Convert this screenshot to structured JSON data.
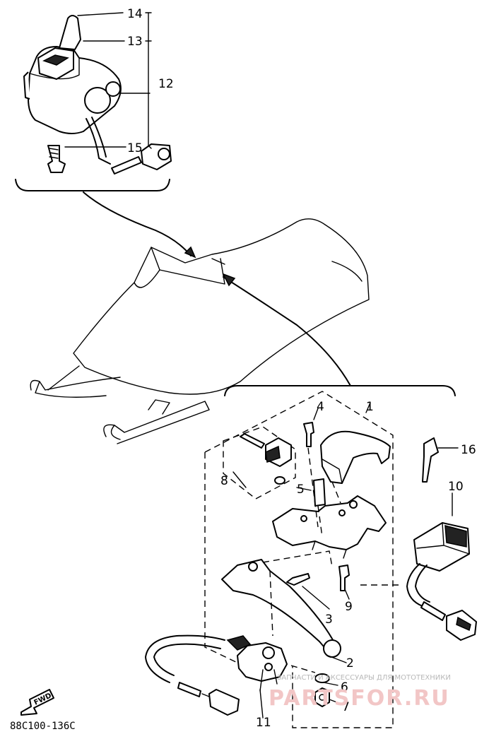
{
  "callouts": {
    "c1": "1",
    "c2": "2",
    "c3": "3",
    "c4": "4",
    "c5": "5",
    "c6": "6",
    "c7": "7",
    "c8": "8",
    "c9": "9",
    "c10": "10",
    "c11": "11",
    "c12": "12",
    "c13": "13",
    "c14": "14",
    "c15": "15",
    "c16": "16"
  },
  "diagram_code": "88C100-136C",
  "fwd_label": "FWD",
  "watermark": {
    "caption": "ЗАПЧАСТИ И АКСЕССУАРЫ ДЛЯ МОТОТЕХНИКИ",
    "brand": "PARTSFOR.RU"
  }
}
